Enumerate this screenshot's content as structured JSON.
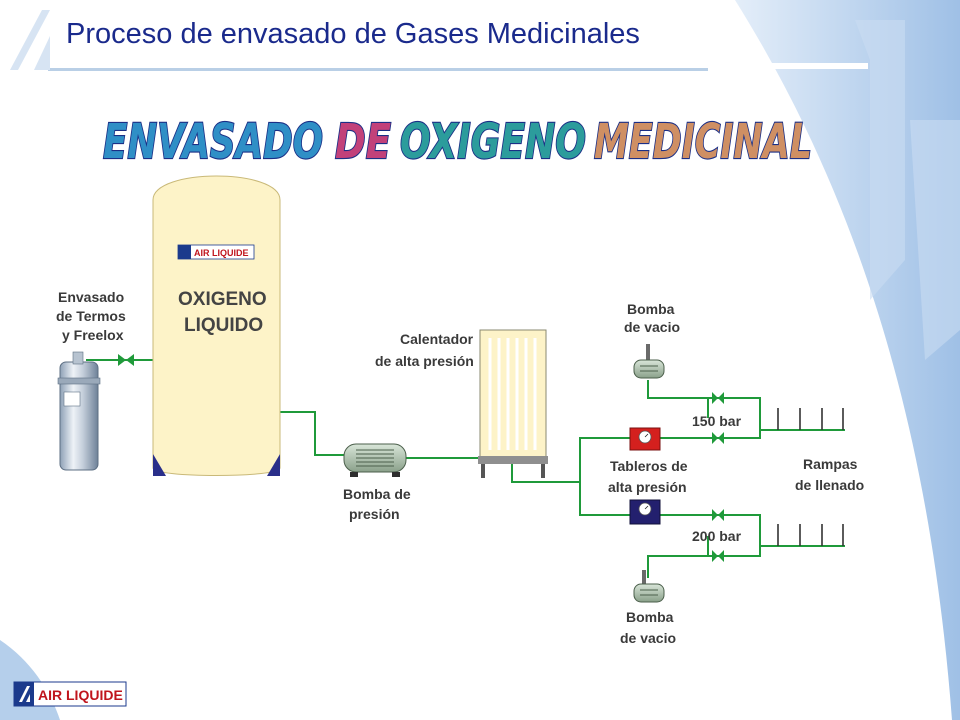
{
  "slide": {
    "title": "Proceso de envasado de Gases Medicinales"
  },
  "banner": {
    "words": [
      "ENVASADO",
      "DE",
      "OXIGENO",
      "MEDICINAL"
    ],
    "colors": [
      "#2f8fc6",
      "#c2417a",
      "#2c9c9c",
      "#cf8f63"
    ]
  },
  "brand": {
    "name": "AIR LIQUIDE",
    "colors": {
      "blue": "#1b3a8c",
      "red": "#c0141c",
      "accent_blue": "#1d5fb0"
    }
  },
  "diagram": {
    "tank": {
      "label_line1": "OXIGENO",
      "label_line2": "LIQUIDO",
      "fill": "#fdf3c8"
    },
    "termos": {
      "label_line1": "Envasado",
      "label_line2": "de Termos",
      "label_line3": "y Freelox"
    },
    "pump": {
      "label_line1": "Bomba de",
      "label_line2": "presión"
    },
    "heater": {
      "label_line1": "Calentador",
      "label_line2": "de alta presión"
    },
    "vacuum_top": {
      "label_line1": "Bomba",
      "label_line2": "de vacio"
    },
    "vacuum_bottom": {
      "label_line1": "Bomba",
      "label_line2": "de vacio"
    },
    "boards": {
      "label_line1": "Tableros de",
      "label_line2": "alta presión"
    },
    "pressure_high": "150 bar",
    "pressure_low": "200 bar",
    "ramps": {
      "label_line1": "Rampas",
      "label_line2": "de llenado"
    },
    "pipe_color": "#1f9a3a"
  }
}
